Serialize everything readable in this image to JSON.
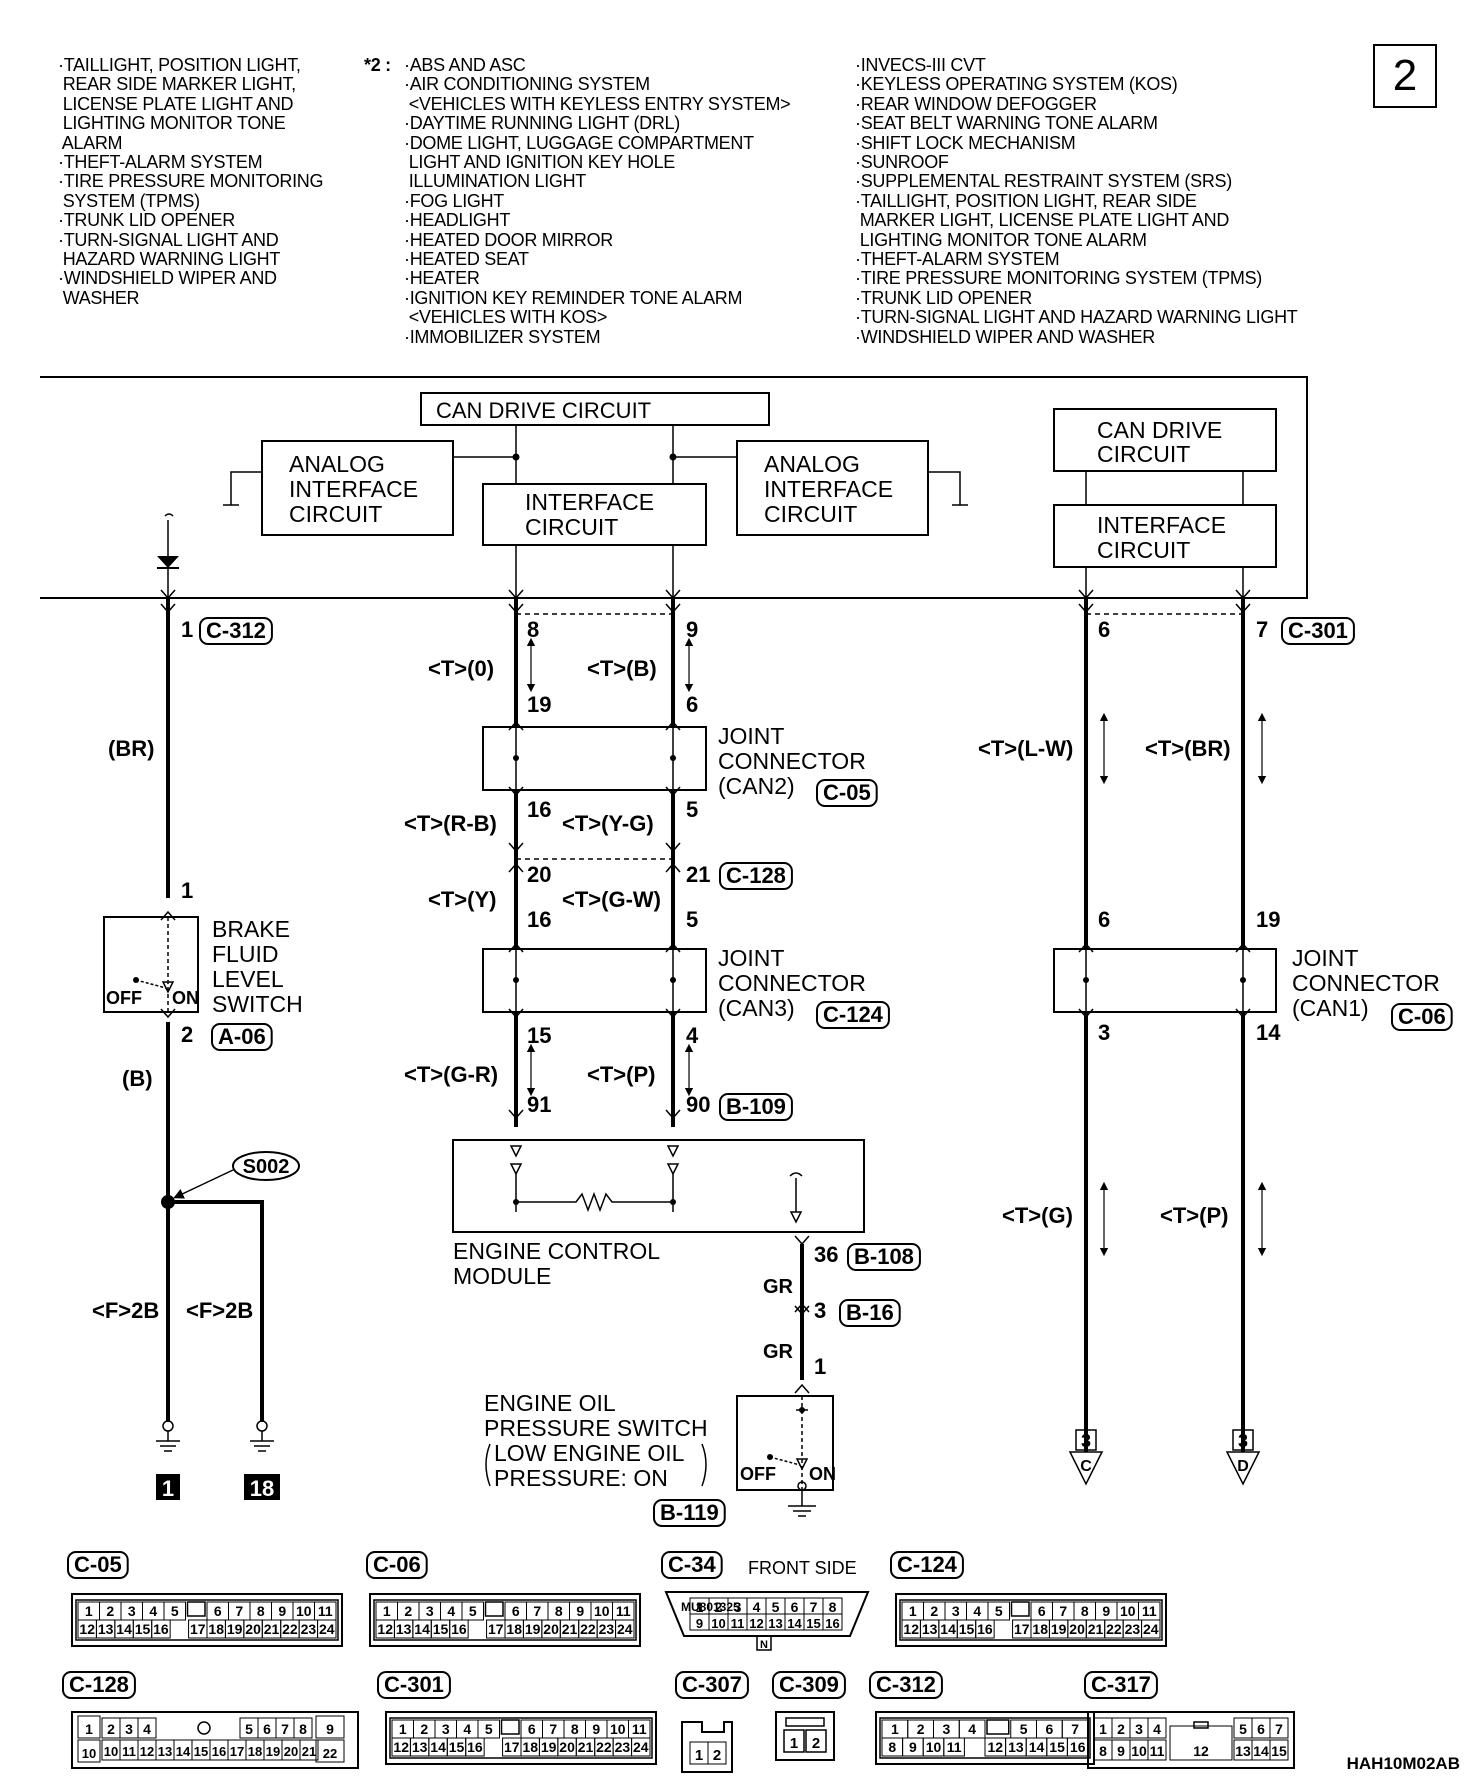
{
  "page_number": "2",
  "lists": {
    "left": [
      "·TAILLIGHT, POSITION LIGHT,",
      " REAR SIDE MARKER LIGHT,",
      " LICENSE PLATE LIGHT AND",
      " LIGHTING MONITOR TONE",
      " ALARM",
      "·THEFT-ALARM SYSTEM",
      "·TIRE PRESSURE MONITORING",
      " SYSTEM (TPMS)",
      "·TRUNK LID OPENER",
      "·TURN-SIGNAL LIGHT AND",
      " HAZARD WARNING LIGHT",
      "·WINDSHIELD WIPER AND",
      " WASHER"
    ],
    "mid_marker": "*2 :",
    "mid": [
      "·ABS AND ASC",
      "·AIR CONDITIONING SYSTEM",
      " <VEHICLES WITH KEYLESS ENTRY SYSTEM>",
      "·DAYTIME RUNNING LIGHT (DRL)",
      "·DOME LIGHT, LUGGAGE COMPARTMENT",
      " LIGHT AND IGNITION KEY HOLE",
      " ILLUMINATION LIGHT",
      "·FOG LIGHT",
      "·HEADLIGHT",
      "·HEATED DOOR MIRROR",
      "·HEATED SEAT",
      "·HEATER",
      "·IGNITION KEY REMINDER TONE ALARM",
      " <VEHICLES WITH KOS>",
      "·IMMOBILIZER SYSTEM"
    ],
    "right": [
      "·INVECS-III CVT",
      "·KEYLESS OPERATING SYSTEM (KOS)",
      "·REAR WINDOW DEFOGGER",
      "·SEAT BELT WARNING TONE ALARM",
      "·SHIFT LOCK MECHANISM",
      "·SUNROOF",
      "·SUPPLEMENTAL RESTRAINT SYSTEM (SRS)",
      "·TAILLIGHT, POSITION LIGHT, REAR SIDE",
      " MARKER LIGHT, LICENSE PLATE LIGHT AND",
      " LIGHTING MONITOR TONE ALARM",
      "·THEFT-ALARM SYSTEM",
      "·TIRE PRESSURE MONITORING SYSTEM (TPMS)",
      "·TRUNK LID OPENER",
      "·TURN-SIGNAL LIGHT AND HAZARD WARNING LIGHT",
      "·WINDSHIELD WIPER AND WASHER"
    ]
  },
  "blocks": {
    "can_drive_main": "CAN DRIVE CIRCUIT",
    "analog_left": [
      "ANALOG",
      "INTERFACE",
      "CIRCUIT"
    ],
    "interface_mid": [
      "INTERFACE",
      "CIRCUIT"
    ],
    "analog_right": [
      "ANALOG",
      "INTERFACE",
      "CIRCUIT"
    ],
    "can_drive_right": [
      "CAN DRIVE",
      "CIRCUIT"
    ],
    "interface_right": [
      "INTERFACE",
      "CIRCUIT"
    ]
  },
  "left_circuit": {
    "pin1": "1",
    "c312": "C-312",
    "wire_br": "(BR)",
    "sw_pin1": "1",
    "brake_switch": [
      "BRAKE",
      "FLUID",
      "LEVEL",
      "SWITCH"
    ],
    "off": "OFF",
    "on": "ON",
    "sw_pin2": "2",
    "a06": "A-06",
    "wire_b": "(B)",
    "s002": "S002",
    "f2b_1": "<F>2B",
    "f2b_2": "<F>2B",
    "ground1": "1",
    "ground18": "18"
  },
  "can_circuit": {
    "p8": "8",
    "p9": "9",
    "t0": "<T>(0)",
    "tb": "<T>(B)",
    "p19": "19",
    "p6": "6",
    "joint2": [
      "JOINT",
      "CONNECTOR",
      "(CAN2)"
    ],
    "c05": "C-05",
    "p16a": "16",
    "p5a": "5",
    "trb": "<T>(R-B)",
    "tyg": "<T>(Y-G)",
    "p20": "20",
    "p21": "21",
    "c128": "C-128",
    "ty": "<T>(Y)",
    "tgw": "<T>(G-W)",
    "p16b": "16",
    "p5b": "5",
    "joint3": [
      "JOINT",
      "CONNECTOR",
      "(CAN3)"
    ],
    "c124": "C-124",
    "p15": "15",
    "p4": "4",
    "tgr": "<T>(G-R)",
    "tp": "<T>(P)",
    "p91": "91",
    "p90": "90",
    "b109": "B-109",
    "ecm": [
      "ENGINE CONTROL",
      "MODULE"
    ],
    "p36": "36",
    "b108": "B-108",
    "gr1": "GR",
    "p3": "3",
    "b16": "B-16",
    "gr2": "GR",
    "p1": "1",
    "oil_switch": [
      "ENGINE OIL",
      "PRESSURE SWITCH",
      "LOW ENGINE OIL",
      "PRESSURE: ON"
    ],
    "off": "OFF",
    "on": "ON",
    "b119": "B-119"
  },
  "right_circuit": {
    "p6": "6",
    "p7": "7",
    "c301": "C-301",
    "tlw": "<T>(L-W)",
    "tbr": "<T>(BR)",
    "p6b": "6",
    "p19": "19",
    "joint1": [
      "JOINT",
      "CONNECTOR",
      "(CAN1)"
    ],
    "c06": "C-06",
    "p3": "3",
    "p14": "14",
    "tg": "<T>(G)",
    "tp": "<T>(P)",
    "out_c_page": "3",
    "out_c": "C",
    "out_d_page": "3",
    "out_d": "D"
  },
  "connectors": {
    "c05": "C-05",
    "c06": "C-06",
    "c34": "C-34",
    "front_side": "FRONT SIDE",
    "c124": "C-124",
    "c128": "C-128",
    "c301": "C-301",
    "c307": "C-307",
    "mu801325": "MU801325",
    "c309": "C-309",
    "c312": "C-312",
    "c317": "C-317",
    "n": "N"
  },
  "ref_code": "HAH10M02AB"
}
